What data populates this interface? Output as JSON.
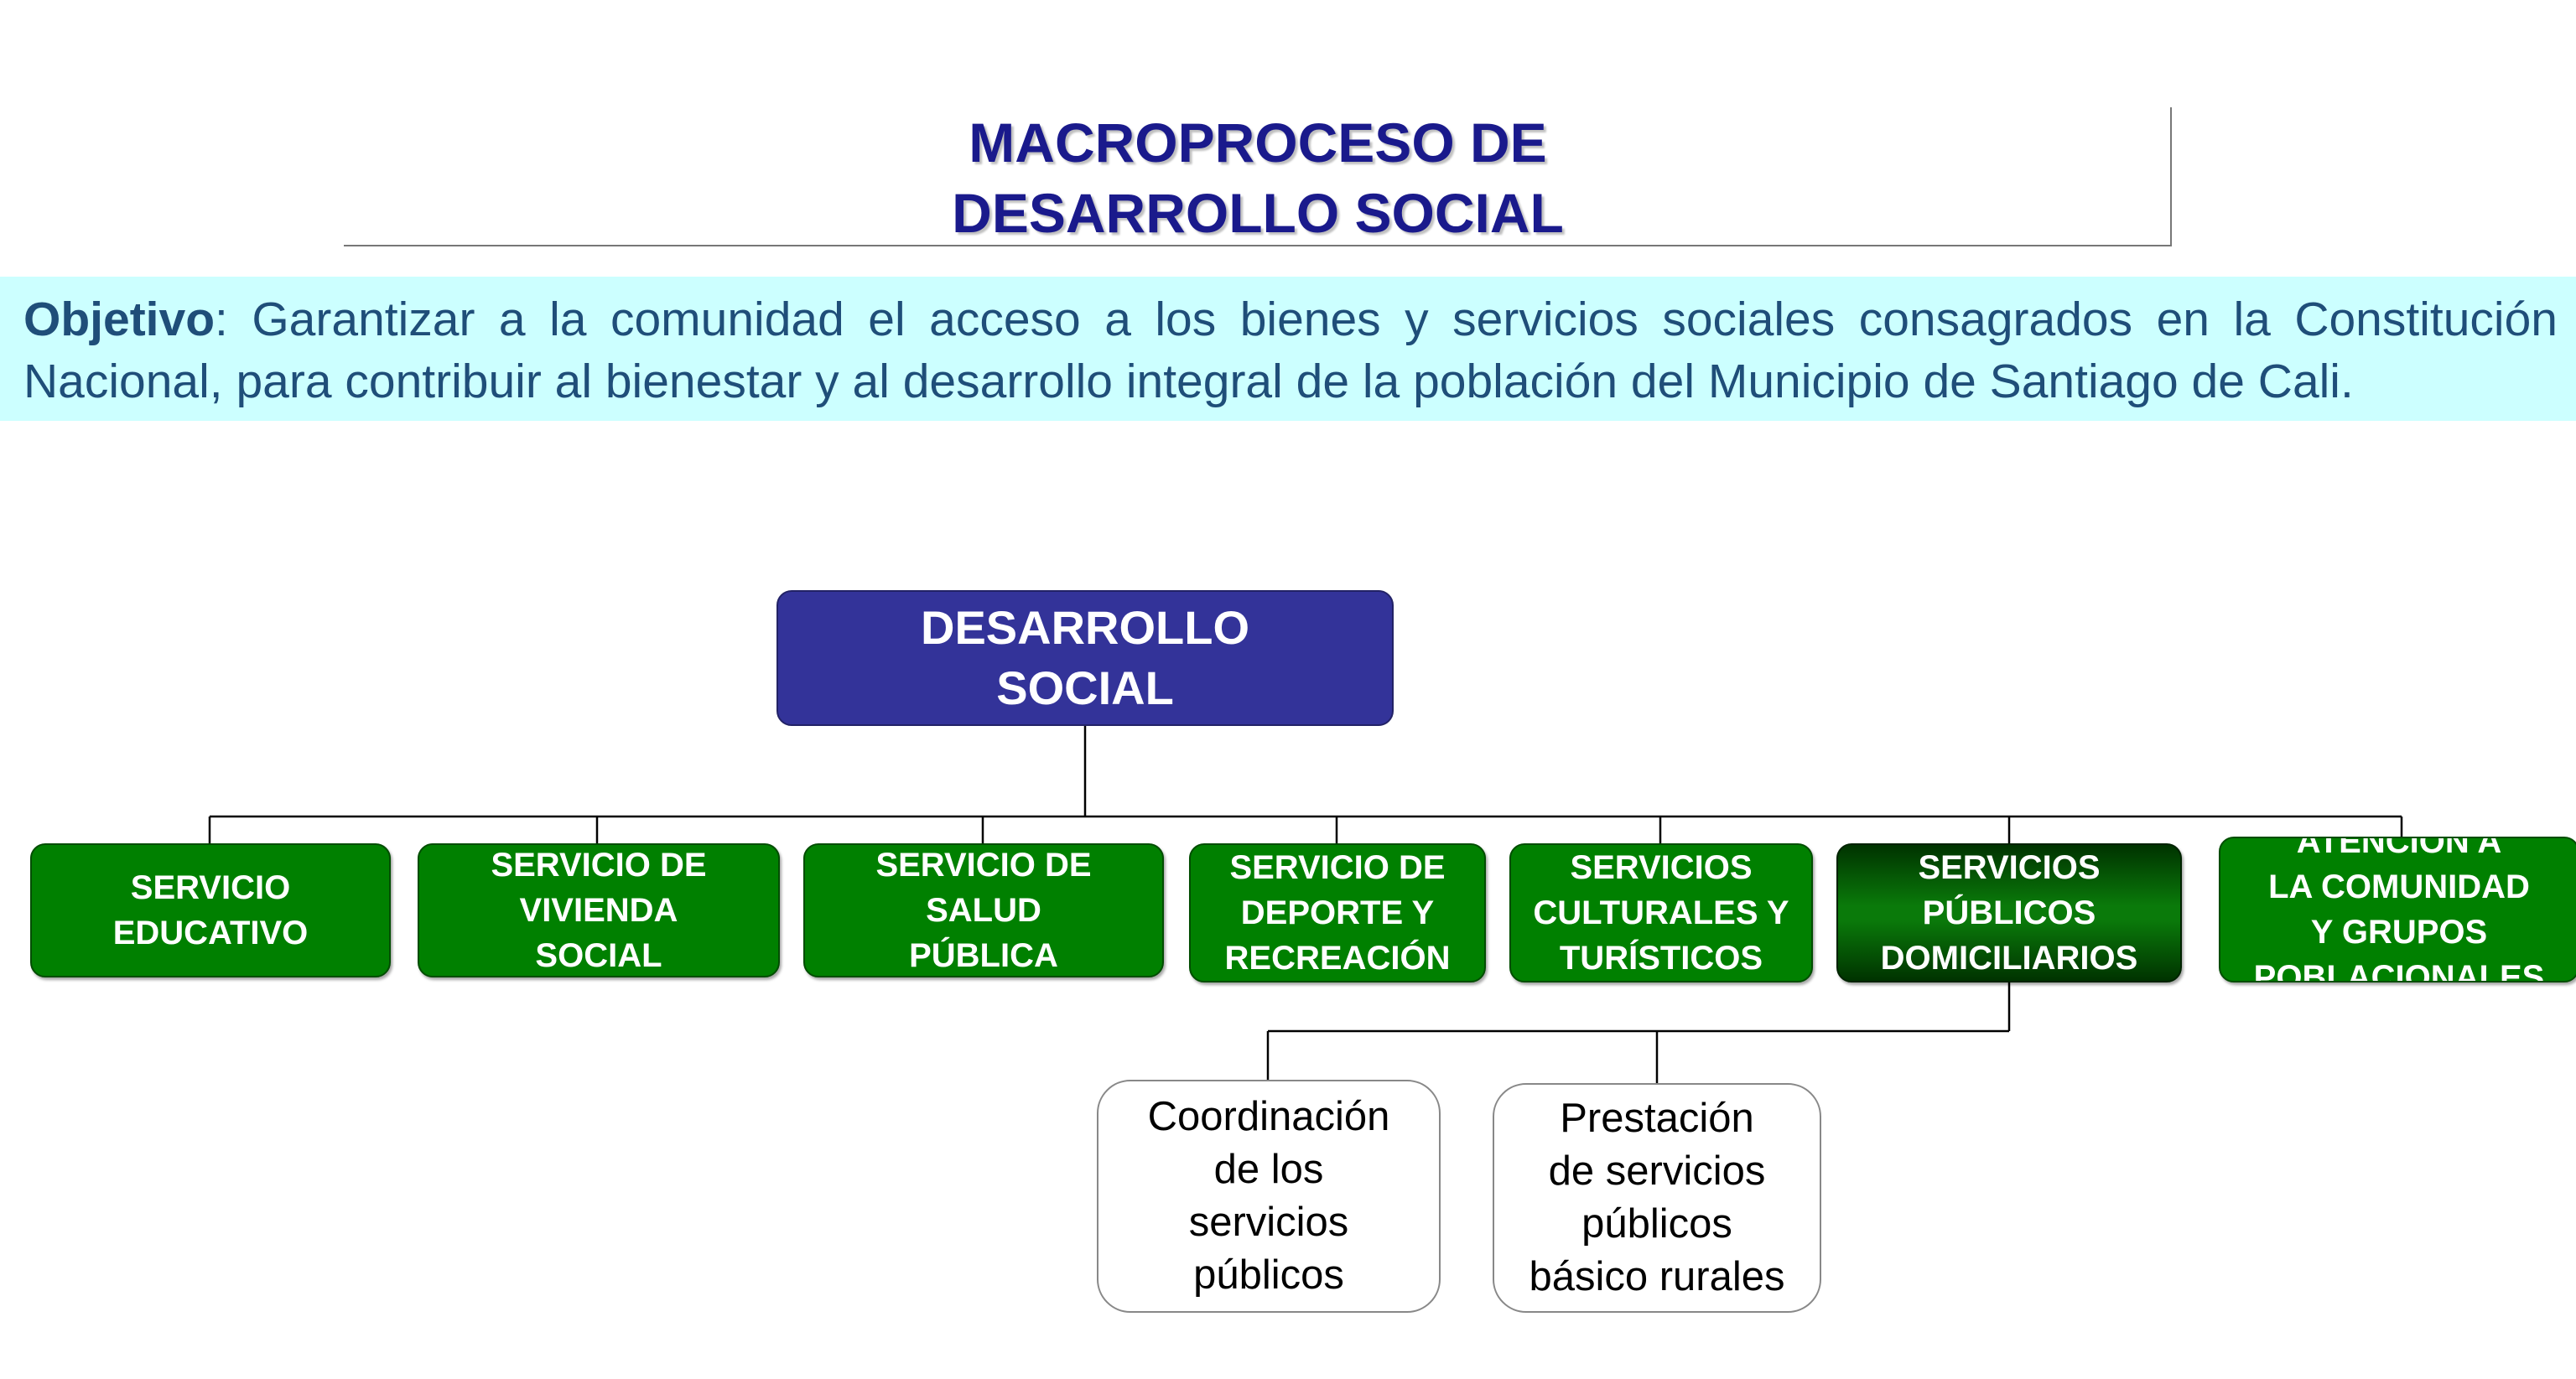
{
  "title": {
    "line1": "MACROPROCESO DE",
    "line2": "DESARROLLO SOCIAL"
  },
  "objective": {
    "label": "Objetivo",
    "text": ": Garantizar a la comunidad el acceso a los bienes y servicios sociales consagrados en la Constitución Nacional, para contribuir al bienestar y al desarrollo integral de la población del Municipio de Santiago de Cali."
  },
  "colors": {
    "title": "#1a1a8c",
    "objective_bg": "#ccffff",
    "objective_text": "#1f4e79",
    "root_bg": "#333399",
    "service_bg": "#008000"
  },
  "diagram": {
    "root": "DESARROLLO\nSOCIAL",
    "services": [
      "SERVICIO\nEDUCATIVO",
      "SERVICIO DE\nVIVIENDA\nSOCIAL",
      "SERVICIO DE\nSALUD\nPÚBLICA",
      "SERVICIO DE\nDEPORTE Y\nRECREACIÓN",
      "SERVICIOS\nCULTURALES Y\nTURÍSTICOS",
      "SERVICIOS\nPÚBLICOS\nDOMICILIARIOS",
      "ATENCIÓN A\nLA  COMUNIDAD\nY  GRUPOS\nPOBLACIONALES"
    ],
    "subprocesses": [
      "Coordinación\nde los\nservicios\npúblicos",
      "Prestación\nde servicios\npúblicos\nbásico rurales"
    ]
  }
}
